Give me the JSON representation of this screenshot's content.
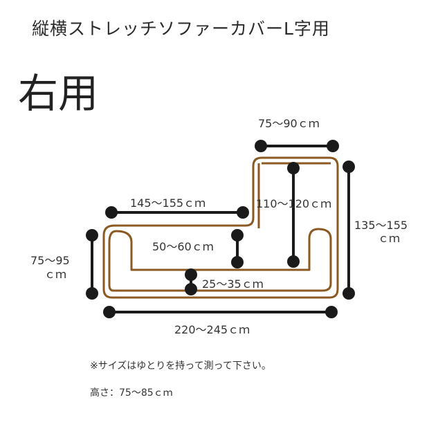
{
  "title": "縦横ストレッチソファーカバーL字用",
  "side": "右用",
  "dimensions": {
    "top_width": "75〜90ｃｍ",
    "inner_long": "145〜155ｃｍ",
    "inner_depth": "110〜120ｃｍ",
    "right_depth_line1": "135〜155",
    "right_depth_line2": "ｃｍ",
    "left_depth_line1": "75〜95",
    "left_depth_line2": "ｃｍ",
    "arm_height": "50〜60ｃｍ",
    "seat_depth": "25〜35ｃｍ",
    "total_width": "220〜245ｃｍ"
  },
  "notes": {
    "size_note": "※サイズはゆとりを持って測って下さい。",
    "height": "高さ：75〜85ｃｍ"
  },
  "colors": {
    "outline": "#8b5a22",
    "dimension_line": "#1a1a1a",
    "text": "#333333"
  }
}
